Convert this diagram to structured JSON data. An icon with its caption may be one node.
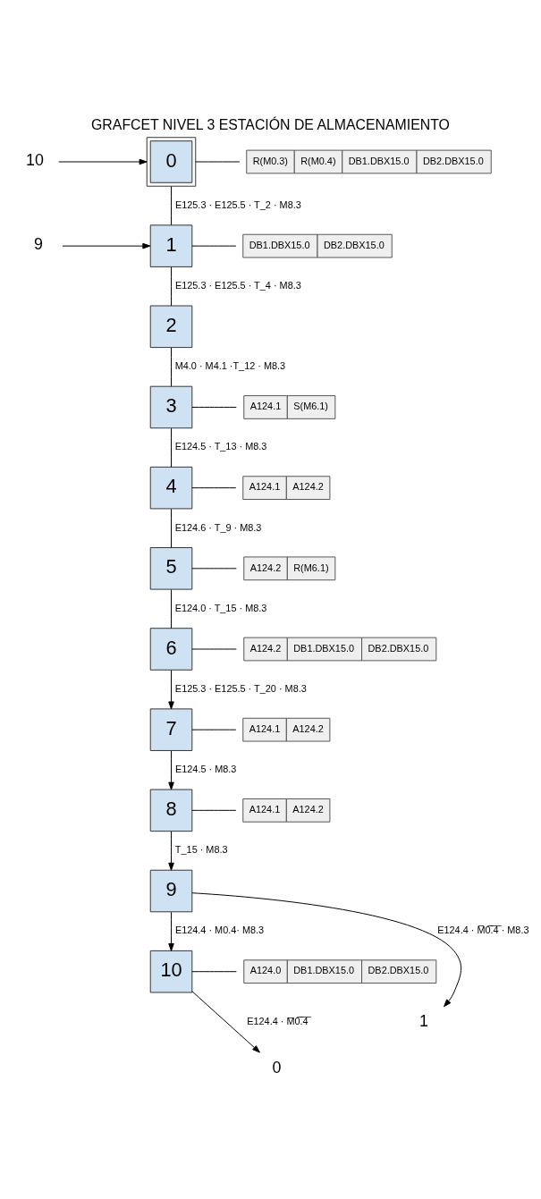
{
  "diagram": {
    "title": "GRAFCET NIVEL 3 ESTACIÓN DE ALMACENAMIENTO",
    "nodes": [
      {
        "text": [
          "10"
        ]
      },
      {
        "text": [
          "0"
        ]
      },
      {
        "text": [
          "R(M0.3)",
          "R(M0.4)",
          "DB1.DBX15.0",
          "DB2.DBX15.0"
        ]
      },
      {
        "text": [
          "9"
        ]
      },
      {
        "text": [
          "1"
        ]
      },
      {
        "text": [
          "DB1.DBX15.0",
          "DB2.DBX15.0"
        ]
      },
      {
        "text": [
          "2"
        ]
      },
      {
        "text": [
          "3"
        ]
      },
      {
        "text": [
          "A124.1",
          "S(M6.1)"
        ]
      },
      {
        "text": [
          "4"
        ]
      },
      {
        "text": [
          "A124.1",
          "A124.2"
        ]
      },
      {
        "text": [
          "5"
        ]
      },
      {
        "text": [
          "A124.2",
          "R(M6.1)"
        ]
      },
      {
        "text": [
          "6"
        ]
      },
      {
        "text": [
          "A124.2",
          "DB1.DBX15.0",
          "DB2.DBX15.0"
        ]
      },
      {
        "text": [
          "7"
        ]
      },
      {
        "text": [
          "A124.1",
          "A124.2"
        ]
      },
      {
        "text": [
          "8"
        ]
      },
      {
        "text": [
          "A124.1",
          "A124.2"
        ]
      },
      {
        "text": [
          "9"
        ]
      },
      {
        "text": [
          "10"
        ]
      },
      {
        "text": [
          "A124.0",
          "DB1.DBX15.0",
          "DB2.DBX15.0"
        ]
      },
      {
        "text": [
          "1"
        ]
      },
      {
        "text": [
          "0"
        ]
      }
    ],
    "edges": [
      {
        "from": 0,
        "to": 1,
        "arrow": "to"
      },
      {
        "from": 1,
        "to": 2,
        "arrow": "none"
      },
      {
        "from": 1,
        "to": 4,
        "arrow": "none",
        "label": "E125.3 · E125.5 · T_2 · M8.3"
      },
      {
        "from": 3,
        "to": 4,
        "arrow": "to"
      },
      {
        "from": 4,
        "to": 5,
        "arrow": "none"
      },
      {
        "from": 4,
        "to": 6,
        "arrow": "none",
        "label": "E125.3 · E125.5 · T_4 · M8.3"
      },
      {
        "from": 6,
        "to": 7,
        "arrow": "none",
        "label": "M4.0 · M4.1 ·T_12 · M8.3"
      },
      {
        "from": 7,
        "to": 8,
        "arrow": "none"
      },
      {
        "from": 7,
        "to": 9,
        "arrow": "none",
        "label": "E124.5 · T_13 · M8.3"
      },
      {
        "from": 9,
        "to": 10,
        "arrow": "none"
      },
      {
        "from": 9,
        "to": 11,
        "arrow": "none",
        "label": "E124.6 · T_9 · M8.3"
      },
      {
        "from": 11,
        "to": 12,
        "arrow": "none"
      },
      {
        "from": 11,
        "to": 13,
        "arrow": "none",
        "label": "E124.0 · T_15 · M8.3"
      },
      {
        "from": 13,
        "to": 14,
        "arrow": "none"
      },
      {
        "from": 13,
        "to": 15,
        "arrow": "to",
        "label": "E125.3 · E125.5 · T_20 · M8.3"
      },
      {
        "from": 15,
        "to": 16,
        "arrow": "none"
      },
      {
        "from": 15,
        "to": 17,
        "arrow": "to",
        "label": "E124.5 · M8.3"
      },
      {
        "from": 17,
        "to": 18,
        "arrow": "none"
      },
      {
        "from": 17,
        "to": 19,
        "arrow": "to",
        "label": "T_15 · M8.3"
      },
      {
        "from": 19,
        "to": 22,
        "arrow": "to",
        "label": "E124.4 · M̅0̅.̅4̅ · M8.3"
      },
      {
        "from": 19,
        "to": 20,
        "arrow": "to",
        "label": "E124.4 · M0.4· M8.3"
      },
      {
        "from": 20,
        "to": 21,
        "arrow": "none"
      },
      {
        "from": 20,
        "to": 23,
        "arrow": "to",
        "label": "E124.4 · M̅0̅.̅4̅"
      }
    ]
  }
}
